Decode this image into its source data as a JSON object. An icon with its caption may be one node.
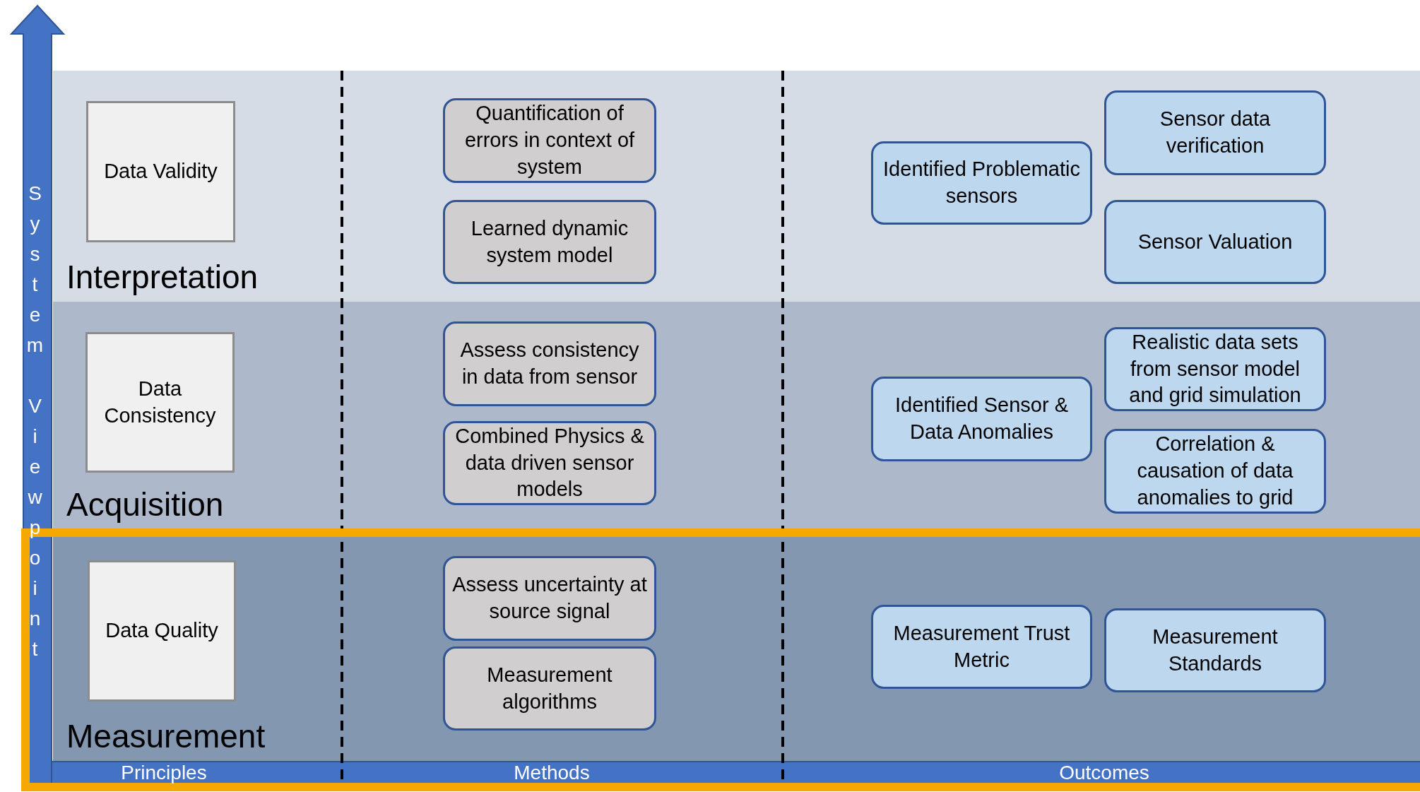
{
  "diagram": {
    "nodes": [
      {
        "text": [
          "Interpretation"
        ]
      },
      {
        "text": [
          "Data Validity"
        ],
        "in": 0
      },
      {
        "text": [
          "Quantification of errors in context of system"
        ],
        "in": 0
      },
      {
        "text": [
          "Learned dynamic system model"
        ],
        "in": 0
      },
      {
        "text": [
          "Identified Problematic sensors"
        ],
        "in": 0
      },
      {
        "text": [
          "Sensor data verification"
        ],
        "in": 0
      },
      {
        "text": [
          "Sensor Valuation"
        ],
        "in": 0
      },
      {
        "text": [
          "Acquisition"
        ]
      },
      {
        "text": [
          "Data Consistency"
        ],
        "in": 7
      },
      {
        "text": [
          "Assess consistency in data from sensor"
        ],
        "in": 7
      },
      {
        "text": [
          "Combined Physics & data driven sensor models"
        ],
        "in": 7
      },
      {
        "text": [
          "Identified Sensor & Data Anomalies"
        ],
        "in": 7
      },
      {
        "text": [
          "Realistic data sets from sensor model and grid simulation"
        ],
        "in": 7
      },
      {
        "text": [
          "Correlation & causation of data anomalies to grid"
        ],
        "in": 7
      },
      {
        "text": [
          "Measurement"
        ]
      },
      {
        "text": [
          "Data Quality"
        ],
        "in": 14
      },
      {
        "text": [
          "Assess uncertainty at source signal"
        ],
        "in": 14
      },
      {
        "text": [
          "Measurement algorithms"
        ],
        "in": 14
      },
      {
        "text": [
          "Measurement Trust Metric"
        ],
        "in": 14
      },
      {
        "text": [
          "Measurement Standards"
        ],
        "in": 14
      }
    ],
    "edges": [],
    "labels": [
      "System Viewpoint",
      "Principles",
      "Methods",
      "Outcomes"
    ]
  }
}
